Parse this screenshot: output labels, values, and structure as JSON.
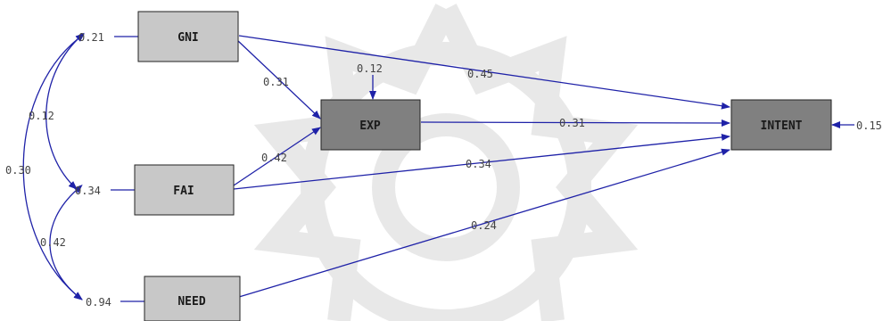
{
  "colors": {
    "edge": "#1f22a8",
    "box_light": "#c8c8c8",
    "box_dark": "#808080",
    "watermark": "#e6e6e6",
    "label_text": "#444444"
  },
  "nodes": {
    "gni": {
      "label": "GNI",
      "error": "0.21"
    },
    "fai": {
      "label": "FAI",
      "error": "0.34"
    },
    "need": {
      "label": "NEED",
      "error": "0.94"
    },
    "exp": {
      "label": "EXP",
      "error": "0.12"
    },
    "intent": {
      "label": "INTENT",
      "error": "0.15"
    }
  },
  "paths": {
    "gni_exp": "0.31",
    "fai_exp": "0.42",
    "gni_intent": "0.45",
    "exp_intent": "0.31",
    "fai_intent": "0.34",
    "need_intent": "0.24"
  },
  "covariances": {
    "gni_fai": "0.12",
    "gni_need": "0.30",
    "fai_need": "0.42"
  }
}
